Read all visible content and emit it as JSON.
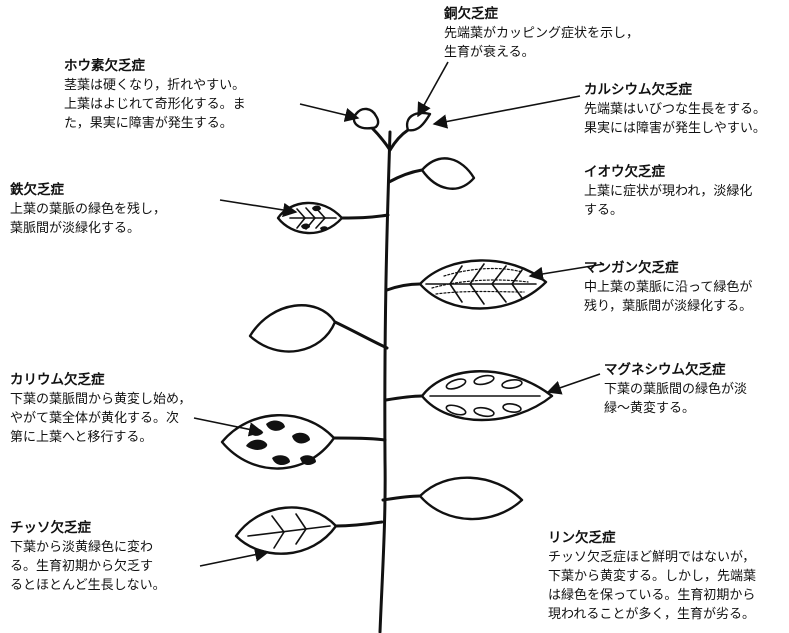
{
  "deficiencies": {
    "copper": {
      "title": "銅欠乏症",
      "description": "先端葉がカッピング症状を示し，\n生育が衰える。"
    },
    "boron": {
      "title": "ホウ素欠乏症",
      "description": "茎葉は硬くなり，折れやすい。\n上葉はよじれて奇形化する。ま\nた，果実に障害が発生する。"
    },
    "calcium": {
      "title": "カルシウム欠乏症",
      "description": "先端葉はいびつな生長をする。\n果実には障害が発生しやすい。"
    },
    "iron": {
      "title": "鉄欠乏症",
      "description": "上葉の葉脈の緑色を残し，\n葉脈間が淡緑化する。"
    },
    "sulfur": {
      "title": "イオウ欠乏症",
      "description": "上葉に症状が現われ，淡緑化\nする。"
    },
    "manganese": {
      "title": "マンガン欠乏症",
      "description": "中上葉の葉脈に沿って緑色が\n残り，葉脈間が淡緑化する。"
    },
    "potassium": {
      "title": "カリウム欠乏症",
      "description": "下葉の葉脈間から黄変し始め，\nやがて葉全体が黄化する。次\n第に上葉へと移行する。"
    },
    "magnesium": {
      "title": "マグネシウム欠乏症",
      "description": "下葉の葉脈間の緑色が淡\n緑～黄変する。"
    },
    "nitrogen": {
      "title": "チッソ欠乏症",
      "description": "下葉から淡黄緑色に変わ\nる。生育初期から欠乏す\nるとほとんど生長しない。"
    },
    "phosphorus": {
      "title": "リン欠乏症",
      "description": "チッソ欠乏症ほど鮮明ではないが，\n下葉から黄変する。しかし，先端葉\nは緑色を保っている。生育初期から\n現われることが多く，生育が劣る。"
    }
  }
}
